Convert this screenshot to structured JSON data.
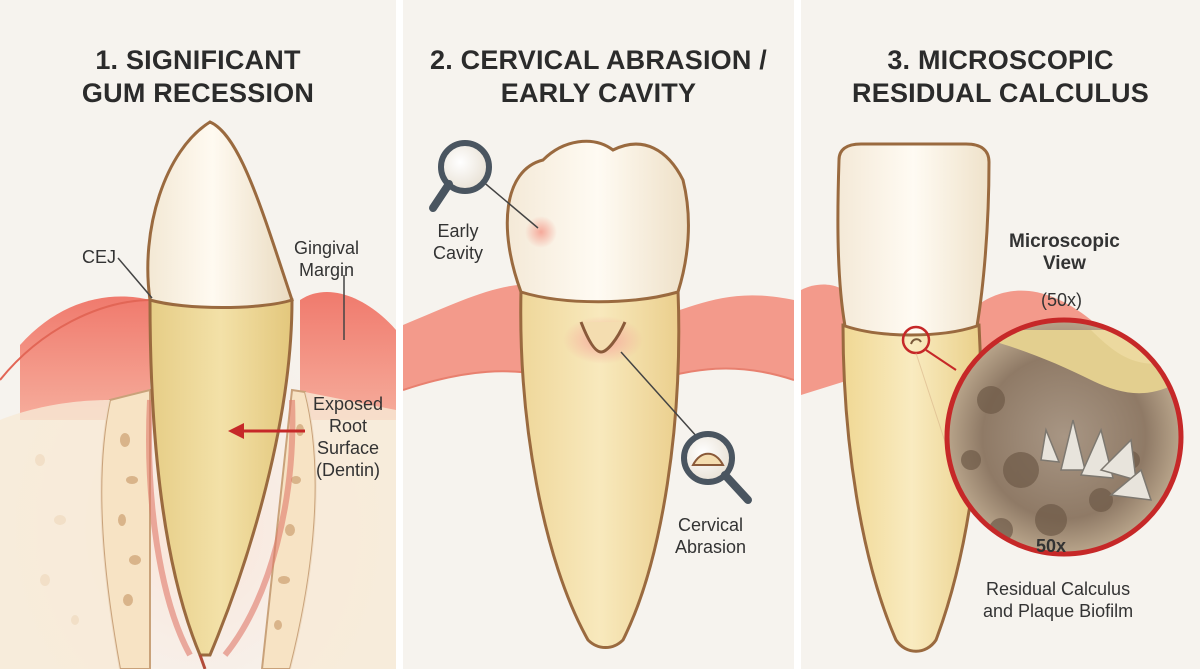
{
  "panels": [
    {
      "title_lines": [
        "1. SIGNIFICANT",
        "GUM RECESSION"
      ],
      "labels": {
        "cej": "CEJ",
        "gingival_margin": [
          "Gingival",
          "Margin"
        ],
        "exposed_root": [
          "Exposed",
          "Root",
          "Surface",
          "(Dentin)"
        ]
      }
    },
    {
      "title_lines": [
        "2. CERVICAL ABRASION /",
        "EARLY CAVITY"
      ],
      "labels": {
        "early_cavity": [
          "Early",
          "Cavity"
        ],
        "cervical_abrasion": [
          "Cervical",
          "Abrasion"
        ]
      }
    },
    {
      "title_lines": [
        "3. MICROSCOPIC",
        "RESIDUAL CALCULUS"
      ],
      "labels": {
        "microscopic_view": [
          "Microscopic",
          "View"
        ],
        "magnification_top": "(50x)",
        "magnification_lens": "50x",
        "residual": [
          "Residual Calculus",
          "and Plaque Biofilm"
        ]
      }
    }
  ],
  "icons": [
    "magnifier-icon",
    "red-arrow-icon"
  ],
  "colors": {
    "background": "#f6f3ee",
    "gum": "#f08a7e",
    "enamel": "#fbf4e8",
    "root": "#ecd79a",
    "outline": "#8a5a3a",
    "arrow": "#c62828",
    "lens_ring": "#c62828",
    "title": "#2b2b2b"
  }
}
